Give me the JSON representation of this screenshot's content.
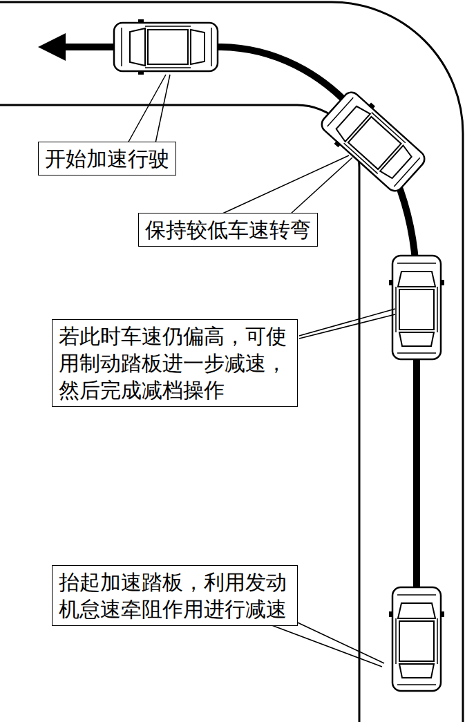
{
  "diagram": {
    "nodes": [
      {
        "text": [
          "开始加速行驶"
        ]
      },
      {
        "text": [
          "保持较低车速转弯"
        ]
      },
      {
        "text": [
          "若此时车速仍偏高，可使用制动踏板进一步减速，然后完成减档操作"
        ]
      },
      {
        "text": [
          "抬起加速踏板，利用发动机怠速牵阻作用进行减速"
        ]
      }
    ]
  }
}
